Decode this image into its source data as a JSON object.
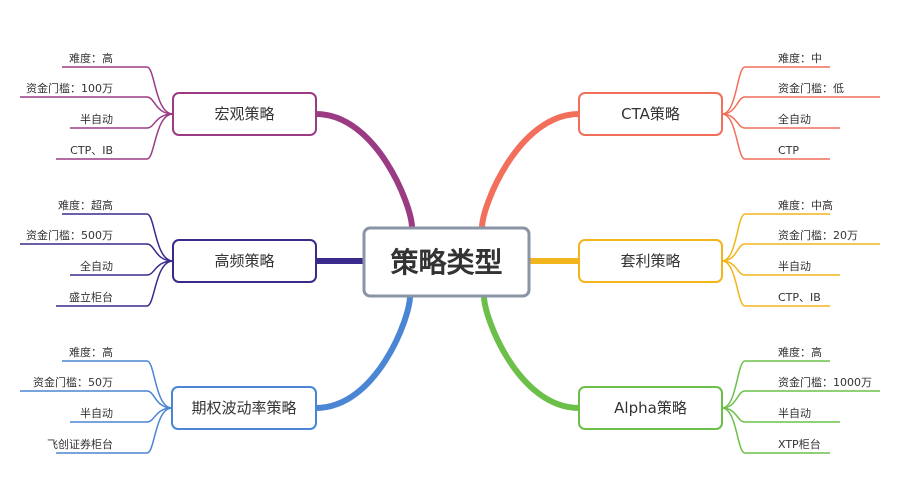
{
  "root": {
    "label": "策略类型",
    "border_color": "#8a94a6"
  },
  "branches": [
    {
      "label": "宏观策略",
      "side": "left",
      "color": "#9b3b84",
      "leaves": [
        "难度：高",
        "资金门槛：100万",
        "半自动",
        "CTP、IB"
      ]
    },
    {
      "label": "高频策略",
      "side": "left",
      "color": "#3a2a8c",
      "leaves": [
        "难度：超高",
        "资金门槛：500万",
        "全自动",
        "盛立柜台"
      ]
    },
    {
      "label": "期权波动率策略",
      "side": "left",
      "color": "#4a86d4",
      "leaves": [
        "难度：高",
        "资金门槛：50万",
        "半自动",
        "飞创证券柜台"
      ]
    },
    {
      "label": "CTA策略",
      "side": "right",
      "color": "#f26f5b",
      "leaves": [
        "难度：中",
        "资金门槛：低",
        "全自动",
        "CTP"
      ]
    },
    {
      "label": "套利策略",
      "side": "right",
      "color": "#f2b51d",
      "leaves": [
        "难度：中高",
        "资金门槛：20万",
        "半自动",
        "CTP、IB"
      ]
    },
    {
      "label": "Alpha策略",
      "side": "right",
      "color": "#6cc04a",
      "leaves": [
        "难度：高",
        "资金门槛：1000万",
        "半自动",
        "XTP柜台"
      ]
    }
  ]
}
